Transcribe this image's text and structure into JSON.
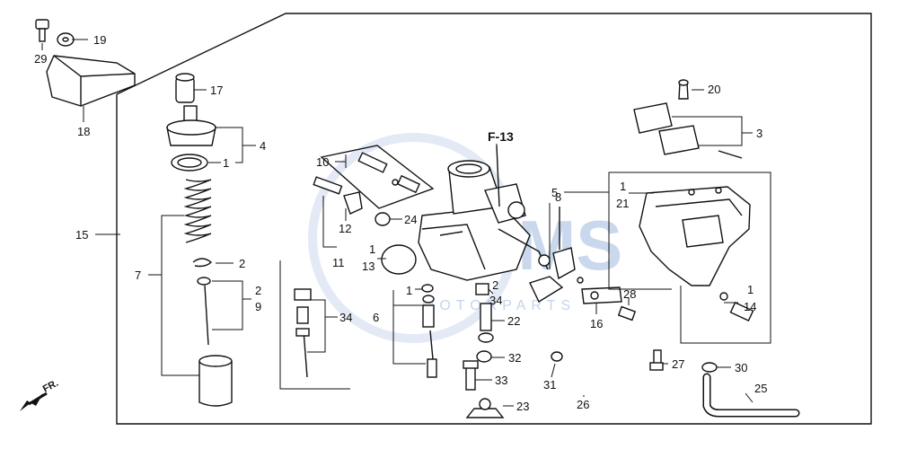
{
  "reference": "F-13",
  "direction": "FR.",
  "watermark": {
    "brand": "CMS",
    "subtitle": "MOTORPARTS"
  },
  "callouts": {
    "c1a": "1",
    "c1b": "1",
    "c1c": "1",
    "c1d": "1",
    "c1e": "1",
    "c2a": "2",
    "c2b": "2",
    "c2c": "2",
    "c3": "3",
    "c4": "4",
    "c5": "5",
    "c6": "6",
    "c7": "7",
    "c8": "8",
    "c9": "9",
    "c10": "10",
    "c11": "11",
    "c12": "12",
    "c13": "13",
    "c14": "14",
    "c15": "15",
    "c16": "16",
    "c17": "17",
    "c18": "18",
    "c19": "19",
    "c20": "20",
    "c21": "21",
    "c22": "22",
    "c23": "23",
    "c24": "24",
    "c25": "25",
    "c26": "26",
    "c27": "27",
    "c28": "28",
    "c29": "29",
    "c30": "30",
    "c31": "31",
    "c32": "32",
    "c33": "33",
    "c34a": "34",
    "c34b": "34"
  }
}
